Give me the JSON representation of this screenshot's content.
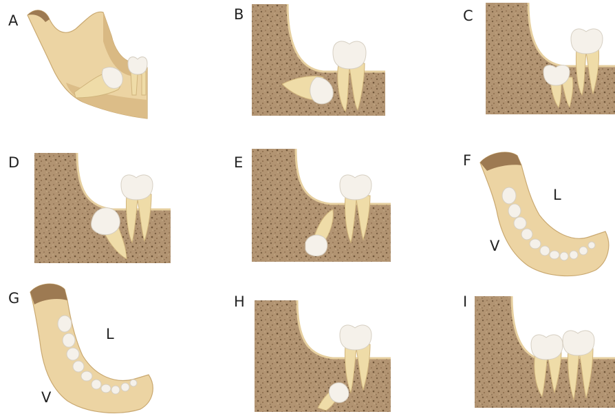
{
  "panels": [
    {
      "id": "A",
      "label": "A"
    },
    {
      "id": "B",
      "label": "B"
    },
    {
      "id": "C",
      "label": "C"
    },
    {
      "id": "D",
      "label": "D"
    },
    {
      "id": "E",
      "label": "E"
    },
    {
      "id": "F",
      "label": "F",
      "side_labels": [
        "L",
        "V"
      ]
    },
    {
      "id": "G",
      "label": "G",
      "side_labels": [
        "L",
        "V"
      ]
    },
    {
      "id": "H",
      "label": "H"
    },
    {
      "id": "I",
      "label": "I"
    }
  ],
  "colors": {
    "bone_fill": "#a98b67",
    "bone_speckle": "#7f6446",
    "gum_line": "#e6cf9f",
    "tooth_crown": "#f5f1ea",
    "tooth_root": "#efdca8",
    "jaw_fill": "#ecd4a3",
    "jaw_shade": "#d9b983",
    "jaw_tip": "#9d7a52"
  }
}
